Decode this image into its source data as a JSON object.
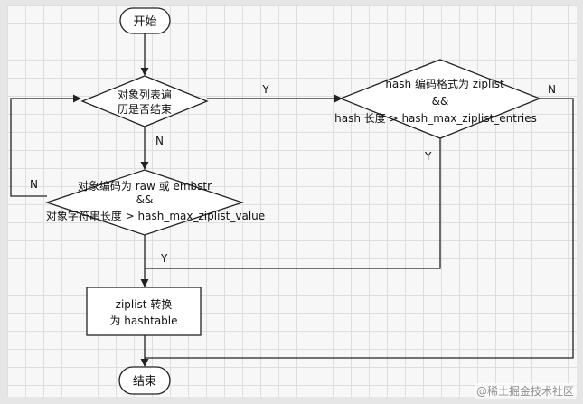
{
  "diagram": {
    "start_label": "开始",
    "end_label": "结束",
    "loop_check": {
      "line1": "对象列表遍",
      "line2": "历是否结束"
    },
    "value_check": {
      "line1": "对象编码为 raw 或 embstr",
      "line2": "&&",
      "line3": "对象字符串长度 > hash_max_ziplist_value"
    },
    "hash_check": {
      "line1": "hash 编码格式为 ziplist",
      "line2": "&&",
      "line3": "hash 长度 > hash_max_ziplist_entries"
    },
    "convert_box": {
      "line1": "ziplist 转换",
      "line2": "为 hashtable"
    },
    "edge_labels": {
      "loop_yes": "Y",
      "loop_no": "N",
      "value_no": "N",
      "value_yes": "Y",
      "hash_yes": "Y",
      "hash_no": "N"
    }
  },
  "watermark": "@稀土掘金技术社区",
  "colors": {
    "line": "#222222",
    "node_fill": "#ffffff",
    "grid": "#dedede"
  }
}
